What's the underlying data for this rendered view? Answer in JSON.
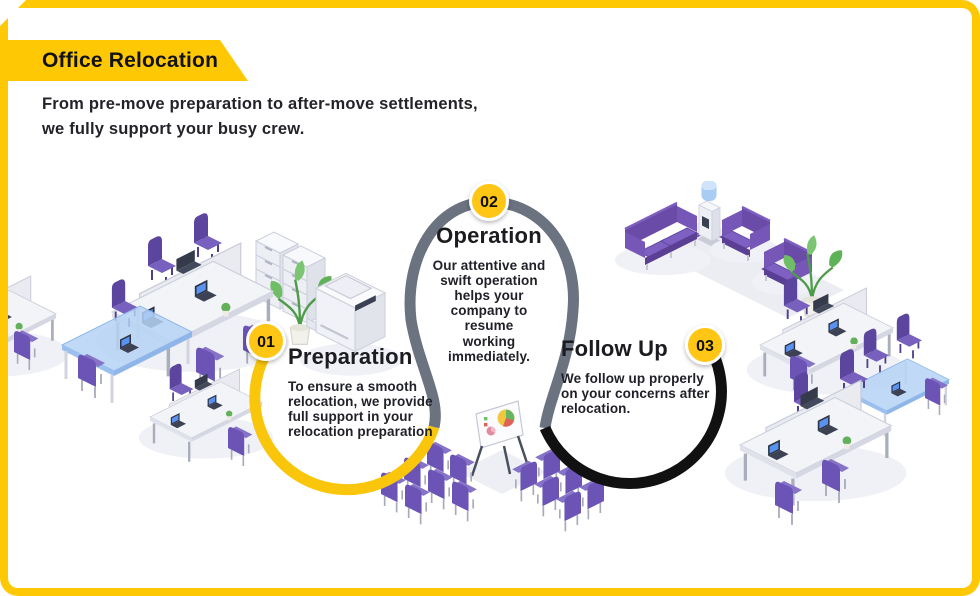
{
  "header": {
    "title": "Office Relocation",
    "subtitle": "From pre-move preparation to after-move settlements,\nwe fully support your busy crew."
  },
  "steps": [
    {
      "number": "01",
      "title": "Preparation",
      "description": "To ensure a smooth\nrelocation, we provide\nfull support in your\nrelocation preparation",
      "arc_color": "#F9C60B"
    },
    {
      "number": "02",
      "title": "Operation",
      "description": "Our attentive and\nswift operation\nhelps your\ncompany to\nresume\nworking\nimmediately.",
      "arc_color": "#6B7280"
    },
    {
      "number": "03",
      "title": "Follow Up",
      "description": "We follow up properly\non your concerns after\nrelocation.",
      "arc_color": "#111111"
    }
  ],
  "colors": {
    "frame_yellow": "#FFC805",
    "badge_yellow": "#FFC613",
    "furniture_purple": "#6C55B6",
    "glass_blue": "#B5D2F4",
    "text_dark": "#1b1b20"
  },
  "illustrations": [
    "workstation-cluster-left",
    "glass-meeting-table-left",
    "workstation-cluster-left-small",
    "file-cabinets",
    "potted-plant",
    "copier",
    "lounge-sofa-set",
    "water-cooler",
    "lounge-rug",
    "workstation-cluster-right-top",
    "glass-meeting-table-right",
    "workstation-cluster-right-bottom",
    "presentation-easel",
    "audience-chairs"
  ]
}
